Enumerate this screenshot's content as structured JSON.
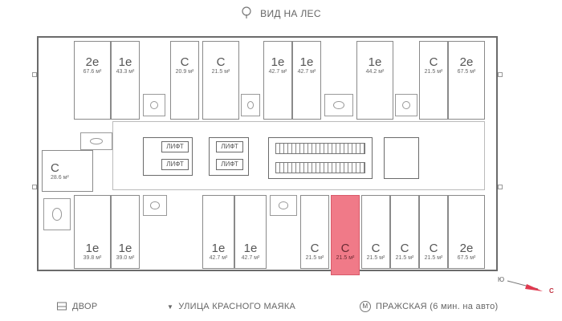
{
  "top_label": {
    "text": "ВИД НА ЛЕС",
    "icon": "tree-icon"
  },
  "top_units": [
    {
      "type": "2е",
      "area": "67.6 м²"
    },
    {
      "type": "1е",
      "area": "43.3 м²"
    },
    {
      "type": "С",
      "area": "20.9 м²"
    },
    {
      "type": "С",
      "area": "21.5 м²"
    },
    {
      "type": "1е",
      "area": "42.7 м²"
    },
    {
      "type": "1е",
      "area": "42.7 м²"
    },
    {
      "type": "1е",
      "area": "44.2 м²"
    },
    {
      "type": "С",
      "area": "21.5 м²"
    },
    {
      "type": "2е",
      "area": "67.5 м²"
    }
  ],
  "left_unit": {
    "type": "С",
    "area": "28.6 м²"
  },
  "bottom_units": [
    {
      "type": "1е",
      "area": "39.8 м²"
    },
    {
      "type": "1е",
      "area": "39.0 м²"
    },
    {
      "type": "1е",
      "area": "42.7 м²"
    },
    {
      "type": "1е",
      "area": "42.7 м²"
    },
    {
      "type": "С",
      "area": "21.5 м²"
    },
    {
      "type": "С",
      "area": "21.5 м²",
      "highlight": true
    },
    {
      "type": "С",
      "area": "21.5 м²"
    },
    {
      "type": "С",
      "area": "21.5 м²"
    },
    {
      "type": "С",
      "area": "21.5 м²"
    },
    {
      "type": "2е",
      "area": "67.5 м²"
    }
  ],
  "elevators": [
    "ЛИФТ",
    "ЛИФТ",
    "ЛИФТ",
    "ЛИФТ"
  ],
  "bottom_labels": {
    "yard": "ДВОР",
    "street": "УЛИЦА КРАСНОГО МАЯКА",
    "metro_letter": "М",
    "metro": "ПРАЖСКАЯ (6 мин. на авто)"
  },
  "compass": {
    "south": "Ю",
    "north": "С"
  },
  "colors": {
    "highlight": "#f07a88",
    "walls": "#6b6b6b"
  }
}
